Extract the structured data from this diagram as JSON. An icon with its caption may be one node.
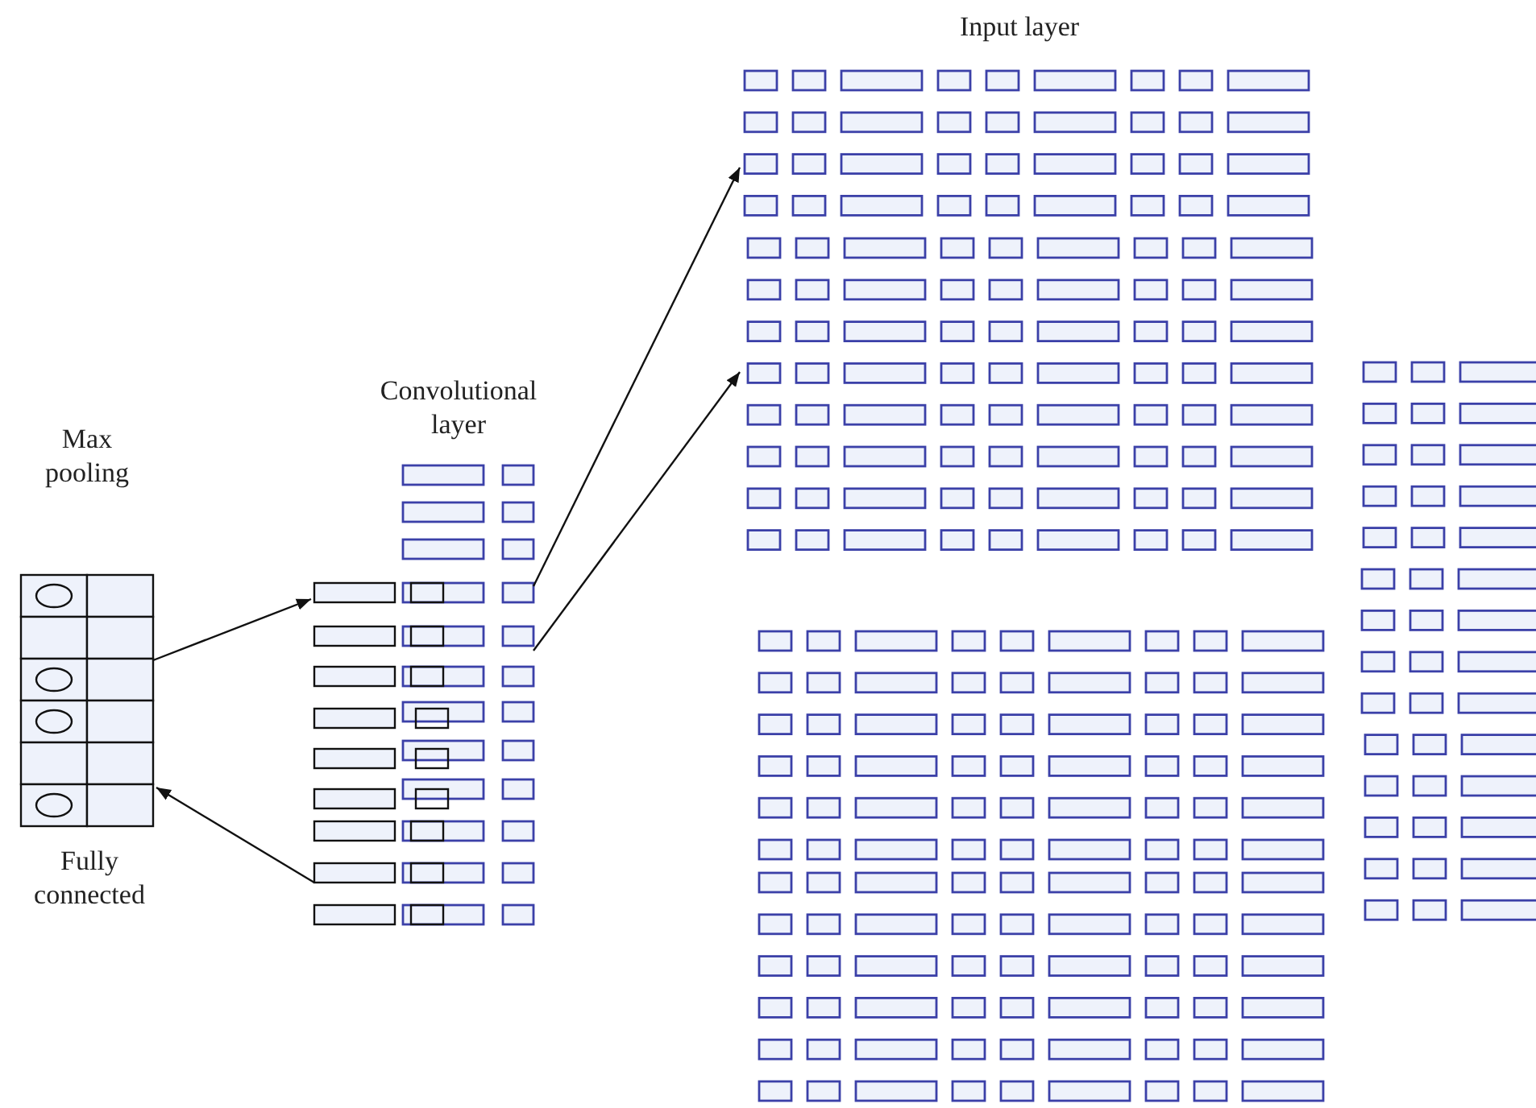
{
  "diagram": {
    "nodes": [
      {
        "text": [
          "Max pooling"
        ],
        "beside": [
          "Fully connected"
        ]
      },
      {
        "text": [
          "Convolutional layer"
        ]
      },
      {
        "text": [
          "Input layer"
        ]
      },
      {
        "text": [],
        "shape": "box"
      },
      {
        "text": [],
        "shape": "box"
      }
    ],
    "edges": [
      {
        "from": 1,
        "to": 2,
        "arrow": "to"
      },
      {
        "from": 1,
        "to": 2,
        "arrow": "to"
      },
      {
        "from": 0,
        "to": 1,
        "arrow": "to"
      },
      {
        "from": 1,
        "to": 0,
        "arrow": "to"
      }
    ]
  }
}
